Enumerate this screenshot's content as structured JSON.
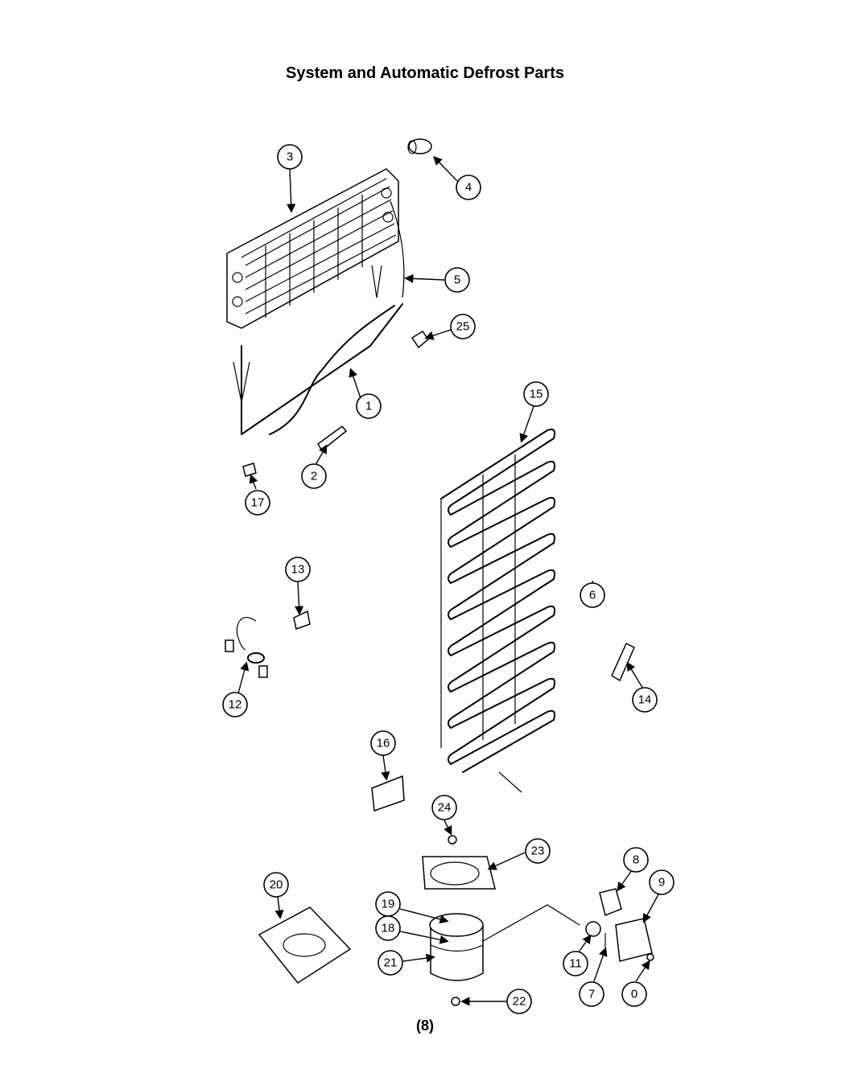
{
  "title": "System and Automatic Defrost Parts",
  "page_number": "(8)",
  "callouts": {
    "c1": "1",
    "c2": "2",
    "c3": "3",
    "c4": "4",
    "c5": "5",
    "c6": "6",
    "c7": "7",
    "c8": "8",
    "c9": "9",
    "c10": "0",
    "c11": "11",
    "c12": "12",
    "c13": "13",
    "c14": "14",
    "c15": "15",
    "c16": "16",
    "c17": "17",
    "c18": "18",
    "c19": "19",
    "c20": "20",
    "c21": "21",
    "c22": "22",
    "c23": "23",
    "c24": "24",
    "c25": "25"
  }
}
